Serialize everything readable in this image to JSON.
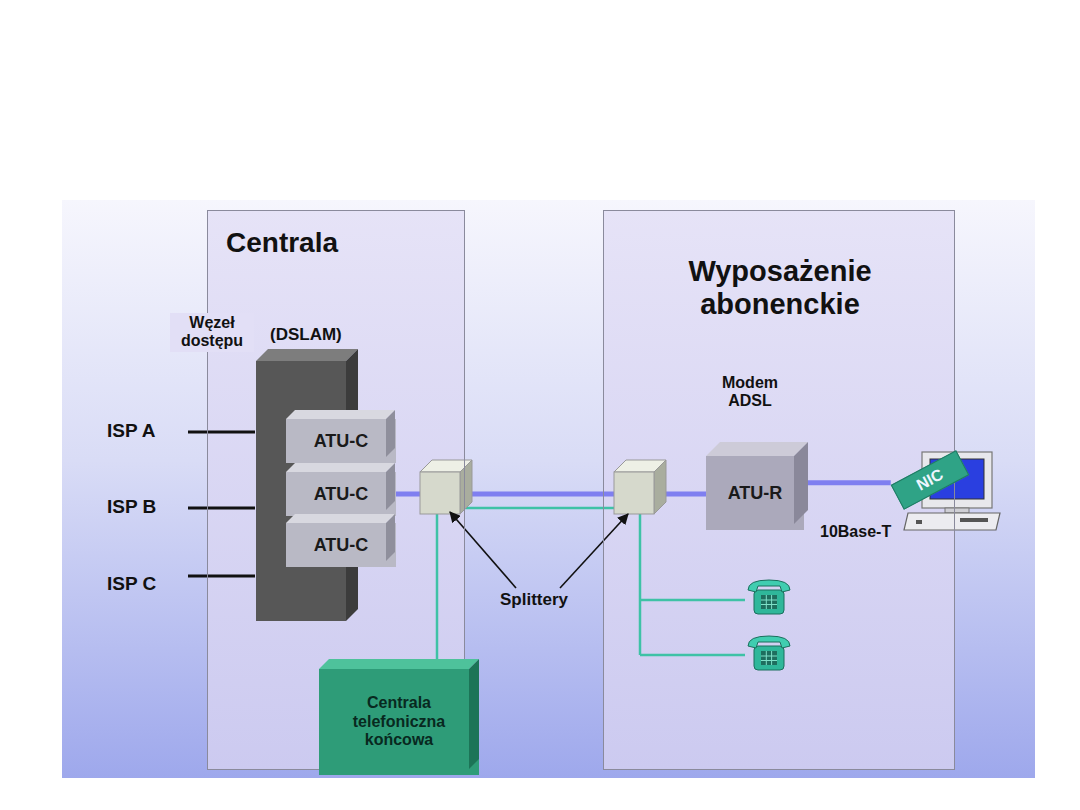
{
  "diagram": {
    "nodes": [
      {
        "text": [
          "Centrala"
        ]
      },
      {
        "text": [
          "Węzeł dostępu",
          "(DSLAM)"
        ],
        "in": 0
      },
      {
        "text": [
          "ATU-C"
        ],
        "in": 1
      },
      {
        "text": [
          "ATU-C"
        ],
        "in": 1
      },
      {
        "text": [
          "ATU-C"
        ],
        "in": 1
      },
      {
        "text": [
          "Centrala telefoniczna końcowa"
        ],
        "in": 0
      },
      {
        "text": [
          "Wyposażenie abonenckie"
        ]
      },
      {
        "text": [
          "Modem ADSL",
          "ATU-R"
        ],
        "in": 6
      },
      {
        "text": [
          "NIC"
        ]
      }
    ],
    "edges": [
      {
        "from": 3,
        "to": 7,
        "arrow": "none"
      },
      {
        "from": 7,
        "to": 8,
        "label": "10Base-T",
        "arrow": "none"
      }
    ],
    "labels": [
      "ISP A",
      "ISP B",
      "ISP C",
      "Splittery"
    ]
  }
}
